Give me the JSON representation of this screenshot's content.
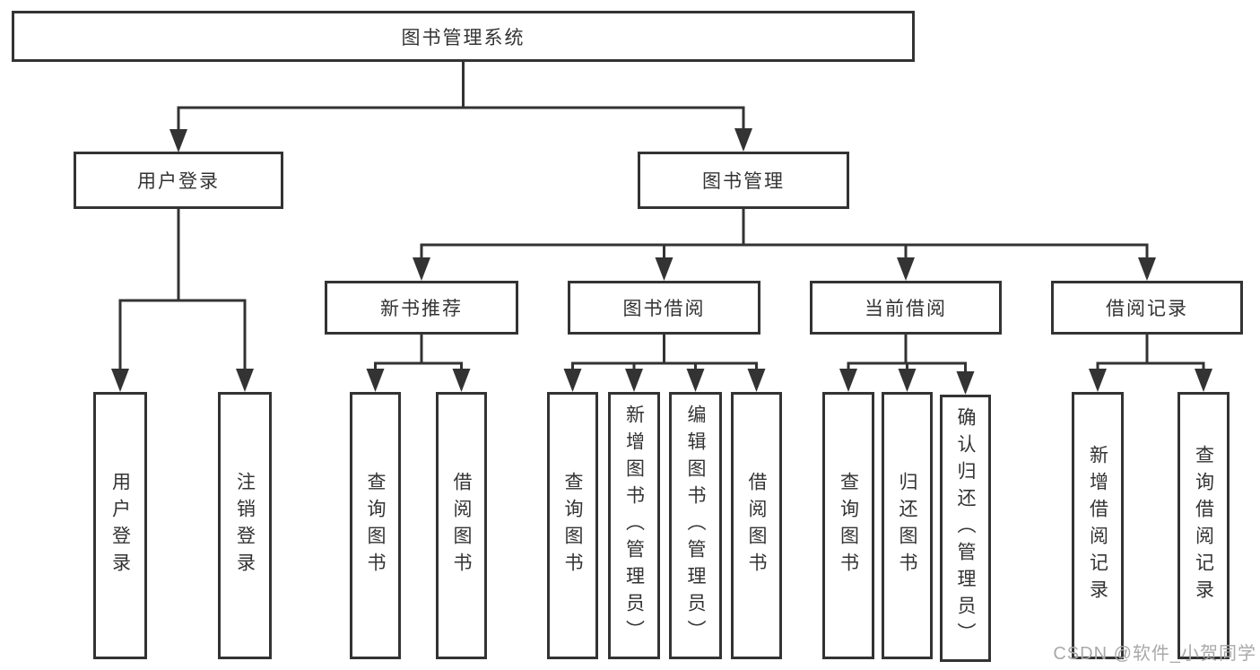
{
  "diagram": {
    "root": {
      "label": "图书管理系统"
    },
    "branches": [
      {
        "label": "用户登录",
        "children": [
          {
            "label": "用户登录"
          },
          {
            "label": "注销登录"
          }
        ]
      },
      {
        "label": "图书管理",
        "children": [
          {
            "label": "新书推荐",
            "children": [
              {
                "label": "查询图书"
              },
              {
                "label": "借阅图书"
              }
            ]
          },
          {
            "label": "图书借阅",
            "children": [
              {
                "label": "查询图书"
              },
              {
                "label": "新增图书（管理员）"
              },
              {
                "label": "编辑图书（管理员）"
              },
              {
                "label": "借阅图书"
              }
            ]
          },
          {
            "label": "当前借阅",
            "children": [
              {
                "label": "查询图书"
              },
              {
                "label": "归还图书"
              },
              {
                "label": "确认归还（管理员）"
              }
            ]
          },
          {
            "label": "借阅记录",
            "children": [
              {
                "label": "新增借阅记录"
              },
              {
                "label": "查询借阅记录"
              }
            ]
          }
        ]
      }
    ]
  },
  "watermark": {
    "text": "CSDN @软件_小贺同学"
  },
  "colors": {
    "line": "#333333",
    "text": "#333333",
    "box_background": "#ffffff",
    "watermark": "#a9a9a9",
    "background": "#ffffff"
  }
}
